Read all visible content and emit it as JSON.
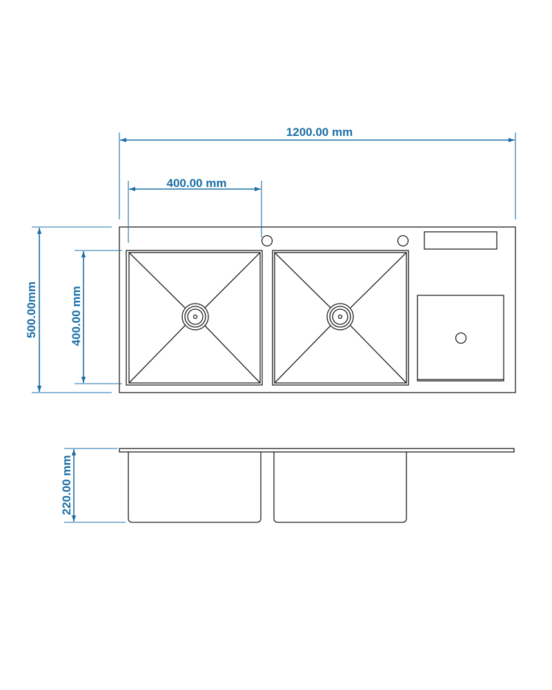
{
  "colors": {
    "dimension": "#1a6ea6",
    "outline": "#1c1c1c",
    "background": "#ffffff"
  },
  "dimensions": {
    "overall_width": "1200.00 mm",
    "basin_width": "400.00 mm",
    "overall_depth": "500.00mm",
    "basin_depth": "400.00 mm",
    "basin_height": "220.00 mm"
  },
  "icons": {
    "tap_hole": "tap-hole-icon",
    "drain": "drain-icon",
    "soap_dispenser_slot": "soap-slot-icon"
  }
}
